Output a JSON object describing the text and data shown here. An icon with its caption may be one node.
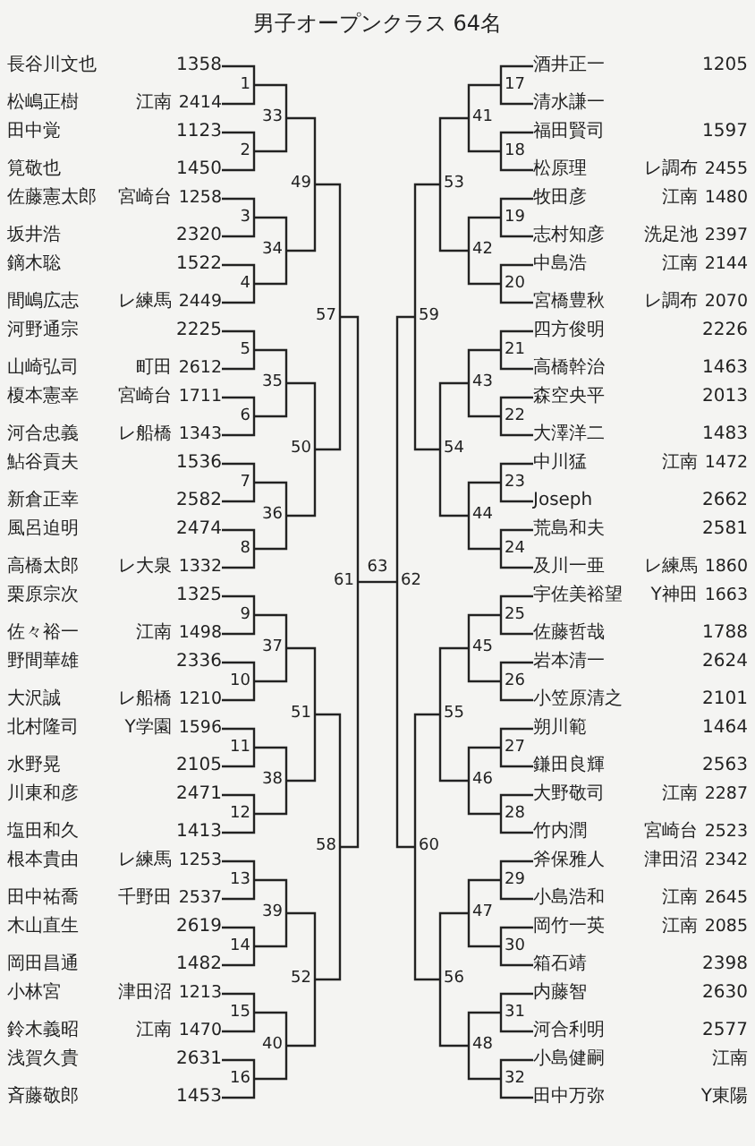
{
  "diagram": {
    "title": "男子オープンクラス 64名",
    "nodes": [
      {
        "text": [
          "長谷川文也",
          "1358"
        ]
      },
      {
        "text": [
          "松嶋正樹",
          "江南",
          "2414"
        ]
      },
      {
        "text": [
          "田中覚",
          "1123"
        ]
      },
      {
        "text": [
          "筧敬也",
          "1450"
        ]
      },
      {
        "text": [
          "佐藤憲太郎",
          "宮崎台",
          "1258"
        ]
      },
      {
        "text": [
          "坂井浩",
          "2320"
        ]
      },
      {
        "text": [
          "鏑木聡",
          "1522"
        ]
      },
      {
        "text": [
          "間嶋広志",
          "レ練馬",
          "2449"
        ]
      },
      {
        "text": [
          "河野通宗",
          "2225"
        ]
      },
      {
        "text": [
          "山崎弘司",
          "町田",
          "2612"
        ]
      },
      {
        "text": [
          "榎本憲幸",
          "宮崎台",
          "1711"
        ]
      },
      {
        "text": [
          "河合忠義",
          "レ船橋",
          "1343"
        ]
      },
      {
        "text": [
          "鮎谷貢夫",
          "1536"
        ]
      },
      {
        "text": [
          "新倉正幸",
          "2582"
        ]
      },
      {
        "text": [
          "風呂迫明",
          "2474"
        ]
      },
      {
        "text": [
          "高橋太郎",
          "レ大泉",
          "1332"
        ]
      },
      {
        "text": [
          "栗原宗次",
          "1325"
        ]
      },
      {
        "text": [
          "佐々裕一",
          "江南",
          "1498"
        ]
      },
      {
        "text": [
          "野間華雄",
          "2336"
        ]
      },
      {
        "text": [
          "大沢誠",
          "レ船橋",
          "1210"
        ]
      },
      {
        "text": [
          "北村隆司",
          "Y学園",
          "1596"
        ]
      },
      {
        "text": [
          "水野晃",
          "2105"
        ]
      },
      {
        "text": [
          "川東和彦",
          "2471"
        ]
      },
      {
        "text": [
          "塩田和久",
          "1413"
        ]
      },
      {
        "text": [
          "根本貴由",
          "レ練馬",
          "1253"
        ]
      },
      {
        "text": [
          "田中祐喬",
          "千野田",
          "2537"
        ]
      },
      {
        "text": [
          "木山直生",
          "2619"
        ]
      },
      {
        "text": [
          "岡田昌通",
          "1482"
        ]
      },
      {
        "text": [
          "小林宮",
          "津田沼",
          "1213"
        ]
      },
      {
        "text": [
          "鈴木義昭",
          "江南",
          "1470"
        ]
      },
      {
        "text": [
          "浅賀久貴",
          "2631"
        ]
      },
      {
        "text": [
          "斉藤敬郎",
          "1453"
        ]
      },
      {
        "text": [
          "酒井正一",
          "1205"
        ]
      },
      {
        "text": [
          "清水謙一"
        ]
      },
      {
        "text": [
          "福田賢司",
          "1597"
        ]
      },
      {
        "text": [
          "松原理",
          "レ調布",
          "2455"
        ]
      },
      {
        "text": [
          "牧田彦",
          "江南",
          "1480"
        ]
      },
      {
        "text": [
          "志村知彦",
          "洗足池",
          "2397"
        ]
      },
      {
        "text": [
          "中島浩",
          "江南",
          "2144"
        ]
      },
      {
        "text": [
          "宮橋豊秋",
          "レ調布",
          "2070"
        ]
      },
      {
        "text": [
          "四方俊明",
          "2226"
        ]
      },
      {
        "text": [
          "高橋幹治",
          "1463"
        ]
      },
      {
        "text": [
          "森空央平",
          "2013"
        ]
      },
      {
        "text": [
          "大澤洋二",
          "1483"
        ]
      },
      {
        "text": [
          "中川猛",
          "江南",
          "1472"
        ]
      },
      {
        "text": [
          "Joseph",
          "2662"
        ]
      },
      {
        "text": [
          "荒島和夫",
          "2581"
        ]
      },
      {
        "text": [
          "及川一亜",
          "レ練馬",
          "1860"
        ]
      },
      {
        "text": [
          "宇佐美裕望",
          "Y神田",
          "1663"
        ]
      },
      {
        "text": [
          "佐藤哲哉",
          "1788"
        ]
      },
      {
        "text": [
          "岩本清一",
          "2624"
        ]
      },
      {
        "text": [
          "小笠原清之",
          "2101"
        ]
      },
      {
        "text": [
          "朔川範",
          "1464"
        ]
      },
      {
        "text": [
          "鎌田良輝",
          "2563"
        ]
      },
      {
        "text": [
          "大野敬司",
          "江南",
          "2287"
        ]
      },
      {
        "text": [
          "竹内潤",
          "宮崎台",
          "2523"
        ]
      },
      {
        "text": [
          "斧保雅人",
          "津田沼",
          "2342"
        ]
      },
      {
        "text": [
          "小島浩和",
          "江南",
          "2645"
        ]
      },
      {
        "text": [
          "岡竹一英",
          "江南",
          "2085"
        ]
      },
      {
        "text": [
          "箱石靖",
          "2398"
        ]
      },
      {
        "text": [
          "内藤智",
          "2630"
        ]
      },
      {
        "text": [
          "河合利明",
          "2577"
        ]
      },
      {
        "text": [
          "小島健嗣",
          "江南"
        ]
      },
      {
        "text": [
          "田中万弥",
          "Y東陽"
        ]
      },
      {
        "text": [
          "1"
        ]
      },
      {
        "text": [
          "2"
        ]
      },
      {
        "text": [
          "3"
        ]
      },
      {
        "text": [
          "4"
        ]
      },
      {
        "text": [
          "5"
        ]
      },
      {
        "text": [
          "6"
        ]
      },
      {
        "text": [
          "7"
        ]
      },
      {
        "text": [
          "8"
        ]
      },
      {
        "text": [
          "9"
        ]
      },
      {
        "text": [
          "10"
        ]
      },
      {
        "text": [
          "11"
        ]
      },
      {
        "text": [
          "12"
        ]
      },
      {
        "text": [
          "13"
        ]
      },
      {
        "text": [
          "14"
        ]
      },
      {
        "text": [
          "15"
        ]
      },
      {
        "text": [
          "16"
        ]
      },
      {
        "text": [
          "17"
        ]
      },
      {
        "text": [
          "18"
        ]
      },
      {
        "text": [
          "19"
        ]
      },
      {
        "text": [
          "20"
        ]
      },
      {
        "text": [
          "21"
        ]
      },
      {
        "text": [
          "22"
        ]
      },
      {
        "text": [
          "23"
        ]
      },
      {
        "text": [
          "24"
        ]
      },
      {
        "text": [
          "25"
        ]
      },
      {
        "text": [
          "26"
        ]
      },
      {
        "text": [
          "27"
        ]
      },
      {
        "text": [
          "28"
        ]
      },
      {
        "text": [
          "29"
        ]
      },
      {
        "text": [
          "30"
        ]
      },
      {
        "text": [
          "31"
        ]
      },
      {
        "text": [
          "32"
        ]
      },
      {
        "text": [
          "33"
        ]
      },
      {
        "text": [
          "34"
        ]
      },
      {
        "text": [
          "35"
        ]
      },
      {
        "text": [
          "36"
        ]
      },
      {
        "text": [
          "37"
        ]
      },
      {
        "text": [
          "38"
        ]
      },
      {
        "text": [
          "39"
        ]
      },
      {
        "text": [
          "40"
        ]
      },
      {
        "text": [
          "41"
        ]
      },
      {
        "text": [
          "42"
        ]
      },
      {
        "text": [
          "43"
        ]
      },
      {
        "text": [
          "44"
        ]
      },
      {
        "text": [
          "45"
        ]
      },
      {
        "text": [
          "46"
        ]
      },
      {
        "text": [
          "47"
        ]
      },
      {
        "text": [
          "48"
        ]
      },
      {
        "text": [
          "49"
        ]
      },
      {
        "text": [
          "50"
        ]
      },
      {
        "text": [
          "51"
        ]
      },
      {
        "text": [
          "52"
        ]
      },
      {
        "text": [
          "53"
        ]
      },
      {
        "text": [
          "54"
        ]
      },
      {
        "text": [
          "55"
        ]
      },
      {
        "text": [
          "56"
        ]
      },
      {
        "text": [
          "57"
        ]
      },
      {
        "text": [
          "58"
        ]
      },
      {
        "text": [
          "59"
        ]
      },
      {
        "text": [
          "60"
        ]
      },
      {
        "text": [
          "61"
        ]
      },
      {
        "text": [
          "62"
        ]
      },
      {
        "text": [
          "63"
        ]
      }
    ],
    "edges": [
      {
        "from": 0,
        "to": 64,
        "arrow": "none"
      },
      {
        "from": 1,
        "to": 64,
        "arrow": "none"
      },
      {
        "from": 2,
        "to": 65,
        "arrow": "none"
      },
      {
        "from": 3,
        "to": 65,
        "arrow": "none"
      },
      {
        "from": 4,
        "to": 66,
        "arrow": "none"
      },
      {
        "from": 5,
        "to": 66,
        "arrow": "none"
      },
      {
        "from": 6,
        "to": 67,
        "arrow": "none"
      },
      {
        "from": 7,
        "to": 67,
        "arrow": "none"
      },
      {
        "from": 8,
        "to": 68,
        "arrow": "none"
      },
      {
        "from": 9,
        "to": 68,
        "arrow": "none"
      },
      {
        "from": 10,
        "to": 69,
        "arrow": "none"
      },
      {
        "from": 11,
        "to": 69,
        "arrow": "none"
      },
      {
        "from": 12,
        "to": 70,
        "arrow": "none"
      },
      {
        "from": 13,
        "to": 70,
        "arrow": "none"
      },
      {
        "from": 14,
        "to": 71,
        "arrow": "none"
      },
      {
        "from": 15,
        "to": 71,
        "arrow": "none"
      },
      {
        "from": 16,
        "to": 72,
        "arrow": "none"
      },
      {
        "from": 17,
        "to": 72,
        "arrow": "none"
      },
      {
        "from": 18,
        "to": 73,
        "arrow": "none"
      },
      {
        "from": 19,
        "to": 73,
        "arrow": "none"
      },
      {
        "from": 20,
        "to": 74,
        "arrow": "none"
      },
      {
        "from": 21,
        "to": 74,
        "arrow": "none"
      },
      {
        "from": 22,
        "to": 75,
        "arrow": "none"
      },
      {
        "from": 23,
        "to": 75,
        "arrow": "none"
      },
      {
        "from": 24,
        "to": 76,
        "arrow": "none"
      },
      {
        "from": 25,
        "to": 76,
        "arrow": "none"
      },
      {
        "from": 26,
        "to": 77,
        "arrow": "none"
      },
      {
        "from": 27,
        "to": 77,
        "arrow": "none"
      },
      {
        "from": 28,
        "to": 78,
        "arrow": "none"
      },
      {
        "from": 29,
        "to": 78,
        "arrow": "none"
      },
      {
        "from": 30,
        "to": 79,
        "arrow": "none"
      },
      {
        "from": 31,
        "to": 79,
        "arrow": "none"
      },
      {
        "from": 32,
        "to": 80,
        "arrow": "none"
      },
      {
        "from": 33,
        "to": 80,
        "arrow": "none"
      },
      {
        "from": 34,
        "to": 81,
        "arrow": "none"
      },
      {
        "from": 35,
        "to": 81,
        "arrow": "none"
      },
      {
        "from": 36,
        "to": 82,
        "arrow": "none"
      },
      {
        "from": 37,
        "to": 82,
        "arrow": "none"
      },
      {
        "from": 38,
        "to": 83,
        "arrow": "none"
      },
      {
        "from": 39,
        "to": 83,
        "arrow": "none"
      },
      {
        "from": 40,
        "to": 84,
        "arrow": "none"
      },
      {
        "from": 41,
        "to": 84,
        "arrow": "none"
      },
      {
        "from": 42,
        "to": 85,
        "arrow": "none"
      },
      {
        "from": 43,
        "to": 85,
        "arrow": "none"
      },
      {
        "from": 44,
        "to": 86,
        "arrow": "none"
      },
      {
        "from": 45,
        "to": 86,
        "arrow": "none"
      },
      {
        "from": 46,
        "to": 87,
        "arrow": "none"
      },
      {
        "from": 47,
        "to": 87,
        "arrow": "none"
      },
      {
        "from": 48,
        "to": 88,
        "arrow": "none"
      },
      {
        "from": 49,
        "to": 88,
        "arrow": "none"
      },
      {
        "from": 50,
        "to": 89,
        "arrow": "none"
      },
      {
        "from": 51,
        "to": 89,
        "arrow": "none"
      },
      {
        "from": 52,
        "to": 90,
        "arrow": "none"
      },
      {
        "from": 53,
        "to": 90,
        "arrow": "none"
      },
      {
        "from": 54,
        "to": 91,
        "arrow": "none"
      },
      {
        "from": 55,
        "to": 91,
        "arrow": "none"
      },
      {
        "from": 56,
        "to": 92,
        "arrow": "none"
      },
      {
        "from": 57,
        "to": 92,
        "arrow": "none"
      },
      {
        "from": 58,
        "to": 93,
        "arrow": "none"
      },
      {
        "from": 59,
        "to": 93,
        "arrow": "none"
      },
      {
        "from": 60,
        "to": 94,
        "arrow": "none"
      },
      {
        "from": 61,
        "to": 94,
        "arrow": "none"
      },
      {
        "from": 62,
        "to": 95,
        "arrow": "none"
      },
      {
        "from": 63,
        "to": 95,
        "arrow": "none"
      },
      {
        "from": 64,
        "to": 96,
        "arrow": "none"
      },
      {
        "from": 65,
        "to": 96,
        "arrow": "none"
      },
      {
        "from": 66,
        "to": 97,
        "arrow": "none"
      },
      {
        "from": 67,
        "to": 97,
        "arrow": "none"
      },
      {
        "from": 68,
        "to": 98,
        "arrow": "none"
      },
      {
        "from": 69,
        "to": 98,
        "arrow": "none"
      },
      {
        "from": 70,
        "to": 99,
        "arrow": "none"
      },
      {
        "from": 71,
        "to": 99,
        "arrow": "none"
      },
      {
        "from": 72,
        "to": 100,
        "arrow": "none"
      },
      {
        "from": 73,
        "to": 100,
        "arrow": "none"
      },
      {
        "from": 74,
        "to": 101,
        "arrow": "none"
      },
      {
        "from": 75,
        "to": 101,
        "arrow": "none"
      },
      {
        "from": 76,
        "to": 102,
        "arrow": "none"
      },
      {
        "from": 77,
        "to": 102,
        "arrow": "none"
      },
      {
        "from": 78,
        "to": 103,
        "arrow": "none"
      },
      {
        "from": 79,
        "to": 103,
        "arrow": "none"
      },
      {
        "from": 80,
        "to": 104,
        "arrow": "none"
      },
      {
        "from": 81,
        "to": 104,
        "arrow": "none"
      },
      {
        "from": 82,
        "to": 105,
        "arrow": "none"
      },
      {
        "from": 83,
        "to": 105,
        "arrow": "none"
      },
      {
        "from": 84,
        "to": 106,
        "arrow": "none"
      },
      {
        "from": 85,
        "to": 106,
        "arrow": "none"
      },
      {
        "from": 86,
        "to": 107,
        "arrow": "none"
      },
      {
        "from": 87,
        "to": 107,
        "arrow": "none"
      },
      {
        "from": 88,
        "to": 108,
        "arrow": "none"
      },
      {
        "from": 89,
        "to": 108,
        "arrow": "none"
      },
      {
        "from": 90,
        "to": 109,
        "arrow": "none"
      },
      {
        "from": 91,
        "to": 109,
        "arrow": "none"
      },
      {
        "from": 92,
        "to": 110,
        "arrow": "none"
      },
      {
        "from": 93,
        "to": 110,
        "arrow": "none"
      },
      {
        "from": 94,
        "to": 111,
        "arrow": "none"
      },
      {
        "from": 95,
        "to": 111,
        "arrow": "none"
      },
      {
        "from": 96,
        "to": 112,
        "arrow": "none"
      },
      {
        "from": 97,
        "to": 112,
        "arrow": "none"
      },
      {
        "from": 98,
        "to": 113,
        "arrow": "none"
      },
      {
        "from": 99,
        "to": 113,
        "arrow": "none"
      },
      {
        "from": 100,
        "to": 114,
        "arrow": "none"
      },
      {
        "from": 101,
        "to": 114,
        "arrow": "none"
      },
      {
        "from": 102,
        "to": 115,
        "arrow": "none"
      },
      {
        "from": 103,
        "to": 115,
        "arrow": "none"
      },
      {
        "from": 104,
        "to": 116,
        "arrow": "none"
      },
      {
        "from": 105,
        "to": 116,
        "arrow": "none"
      },
      {
        "from": 106,
        "to": 117,
        "arrow": "none"
      },
      {
        "from": 107,
        "to": 117,
        "arrow": "none"
      },
      {
        "from": 108,
        "to": 118,
        "arrow": "none"
      },
      {
        "from": 109,
        "to": 118,
        "arrow": "none"
      },
      {
        "from": 110,
        "to": 119,
        "arrow": "none"
      },
      {
        "from": 111,
        "to": 119,
        "arrow": "none"
      },
      {
        "from": 112,
        "to": 120,
        "arrow": "none"
      },
      {
        "from": 113,
        "to": 120,
        "arrow": "none"
      },
      {
        "from": 114,
        "to": 121,
        "arrow": "none"
      },
      {
        "from": 115,
        "to": 121,
        "arrow": "none"
      },
      {
        "from": 116,
        "to": 122,
        "arrow": "none"
      },
      {
        "from": 117,
        "to": 122,
        "arrow": "none"
      },
      {
        "from": 118,
        "to": 123,
        "arrow": "none"
      },
      {
        "from": 119,
        "to": 123,
        "arrow": "none"
      },
      {
        "from": 120,
        "to": 124,
        "arrow": "none"
      },
      {
        "from": 121,
        "to": 124,
        "arrow": "none"
      },
      {
        "from": 122,
        "to": 125,
        "arrow": "none"
      },
      {
        "from": 123,
        "to": 125,
        "arrow": "none"
      },
      {
        "from": 124,
        "to": 126,
        "arrow": "none"
      },
      {
        "from": 125,
        "to": 126,
        "arrow": "none"
      }
    ]
  }
}
